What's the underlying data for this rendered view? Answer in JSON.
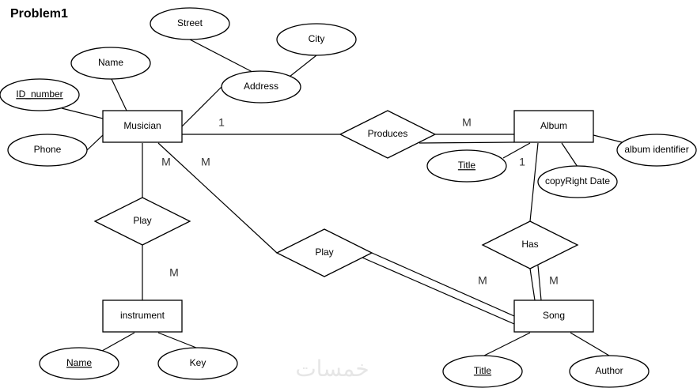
{
  "title": "Problem1",
  "watermark": "خمسات",
  "entities": {
    "musician": "Musician",
    "album": "Album",
    "instrument": "instrument",
    "song": "Song"
  },
  "relationships": {
    "produces": "Produces",
    "play_instrument": "Play",
    "play_song": "Play",
    "has": "Has"
  },
  "attributes": {
    "musician_name": "Name",
    "musician_id": "ID_number",
    "musician_phone": "Phone",
    "musician_address": "Address",
    "address_street": "Street",
    "address_city": "City",
    "album_title": "Title",
    "album_identifier": "album identifier",
    "album_copyright": "copyRight Date",
    "instrument_name": "Name",
    "instrument_key": "Key",
    "song_title": "Title",
    "song_author": "Author"
  },
  "cardinalities": {
    "musician_produces": "1",
    "produces_album": "M",
    "musician_play_instrument": "M",
    "musician_play_song": "M",
    "play_instrument": "M",
    "play_song": "M",
    "album_has": "1",
    "has_song": "M"
  }
}
